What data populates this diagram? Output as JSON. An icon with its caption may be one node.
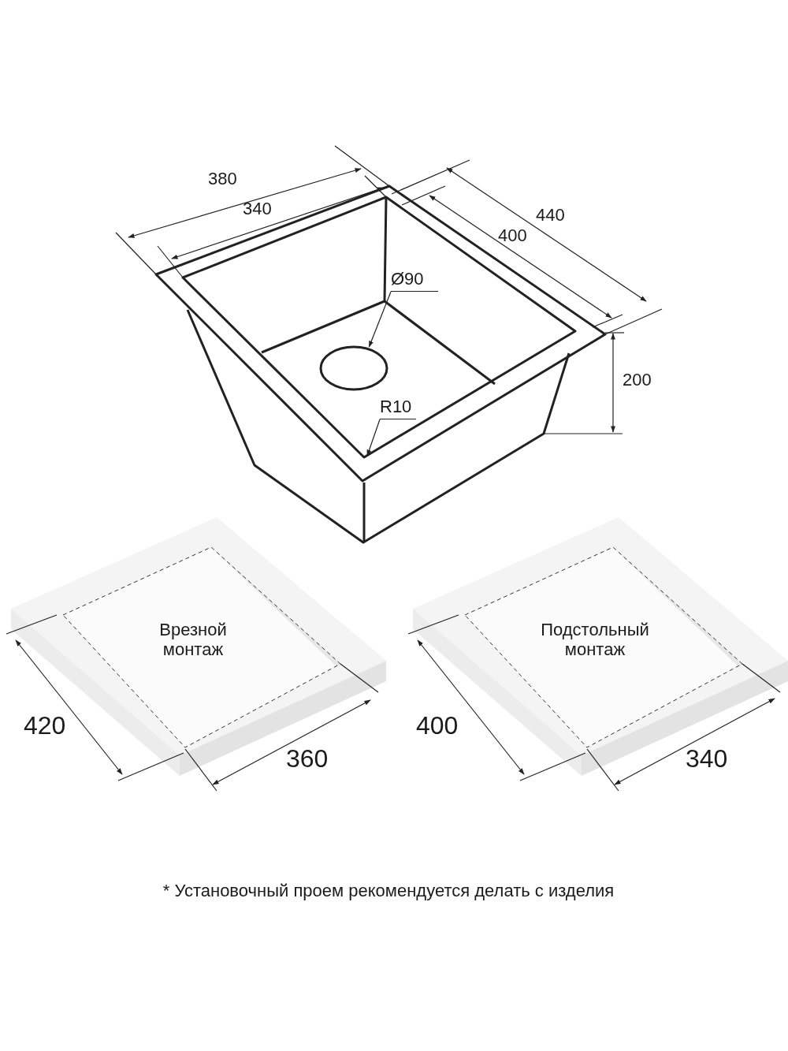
{
  "diagram": {
    "nodes": [
      {
        "text": [
          "Ø90"
        ]
      },
      {
        "text": [],
        "shape": "circle"
      },
      {
        "text": [
          "R10"
        ]
      }
    ],
    "edges": [
      {
        "from": 0,
        "to": 1,
        "arrow": "to"
      },
      {
        "from": 2,
        "to": null,
        "arrow": "to"
      }
    ],
    "labels": [
      "380",
      "340",
      "440",
      "400",
      "200",
      "Врезной монтаж",
      "Подстольный монтаж",
      "420",
      "360",
      "400",
      "340",
      "* Установочный проем рекомендуется делать с изделия"
    ]
  }
}
